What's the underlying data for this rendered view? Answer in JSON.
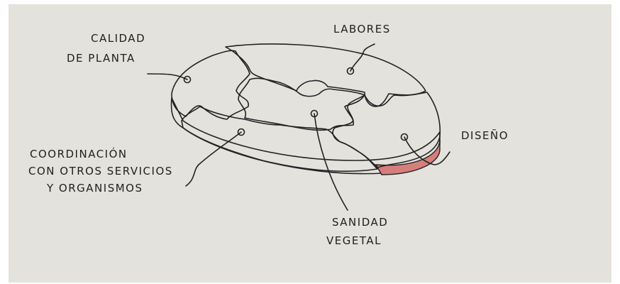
{
  "diagram": {
    "labels": {
      "calidad_line1": "CALIDAD",
      "calidad_line2": "DE PLANTA",
      "labores": "LABORES",
      "coord_line1": "COORDINACIÓN",
      "coord_line2": "CON OTROS SERVICIOS",
      "coord_line3": "Y ORGANISMOS",
      "diseno": "DISEÑO",
      "sanidad_line1": "SANIDAD",
      "sanidad_line2": "VEGETAL"
    },
    "colors": {
      "background": "#e4e2dd",
      "calidad": "#f2d3ad",
      "labores": "#ffffff",
      "sanidad": "#b6d69a",
      "diseno": "#dd8f8b",
      "coordinacion": "#9fb8b4"
    }
  }
}
